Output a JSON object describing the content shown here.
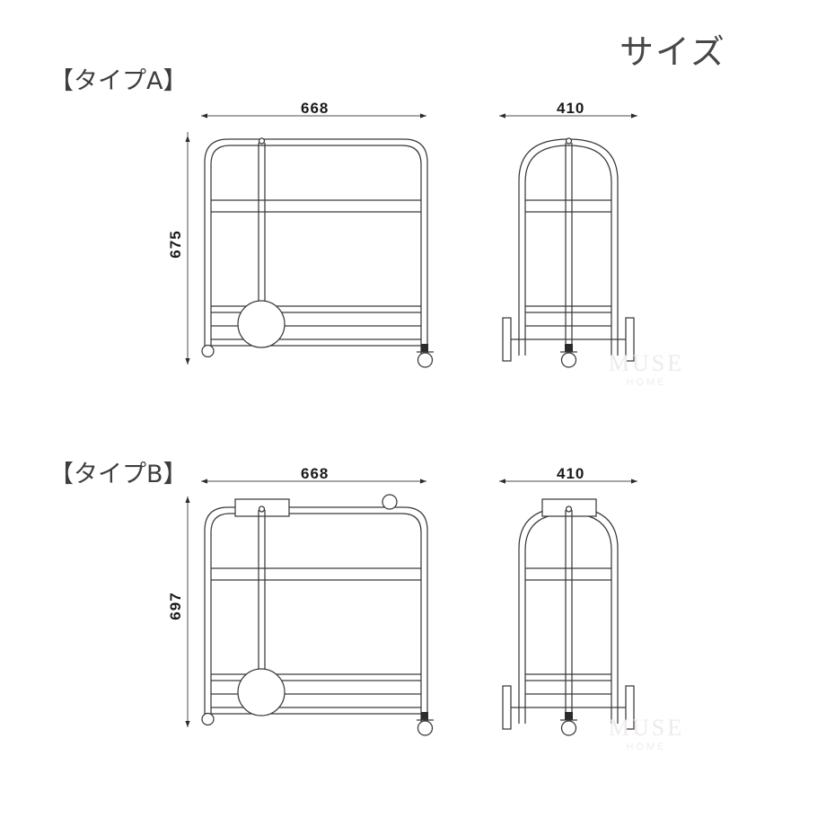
{
  "page": {
    "title": "サイズ",
    "background_color": "#ffffff",
    "line_color": "#3a3a3a",
    "text_color": "#3e3e3e"
  },
  "sections": [
    {
      "label": "【タイプA】",
      "front_view": {
        "width_dim": "668",
        "height_dim": "675"
      },
      "side_view": {
        "width_dim": "410"
      }
    },
    {
      "label": "【タイプB】",
      "front_view": {
        "width_dim": "668",
        "height_dim": "697"
      },
      "side_view": {
        "width_dim": "410"
      }
    }
  ],
  "watermarks": [
    {
      "main": "MUSE",
      "sub": "HOME"
    },
    {
      "main": "MUSE",
      "sub": "HOME"
    }
  ]
}
